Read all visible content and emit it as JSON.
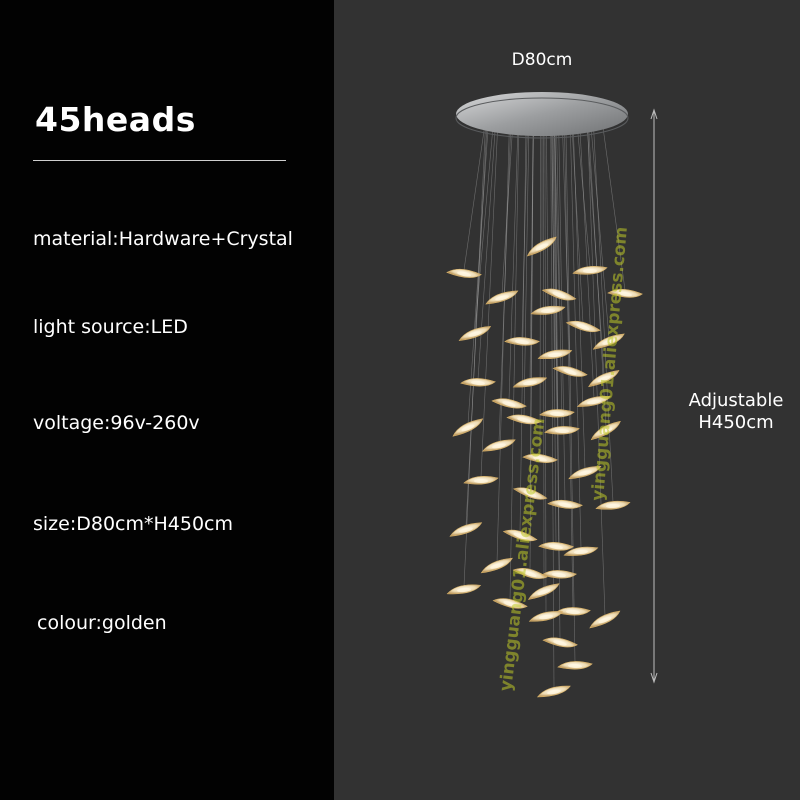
{
  "specs": {
    "heads": "45heads",
    "material": "material:Hardware+Crystal",
    "light_source": "light source:LED",
    "voltage": "voltage:96v-260v",
    "size": "size:D80cm*H450cm",
    "colour": "colour:golden"
  },
  "diagram": {
    "diameter_label": "D80cm",
    "height_label_line1": "Adjustable",
    "height_label_line2": "H450cm"
  },
  "watermark": {
    "text_1": "yingguang01.aliexpress.com",
    "text_2": "yingguang01.aliexpress.com"
  },
  "colors": {
    "left_background": "#020202",
    "right_background": "#323232",
    "crystal": "#f2ead8",
    "crystal_glow": "#d9b36a",
    "canopy": "#a9abad"
  }
}
